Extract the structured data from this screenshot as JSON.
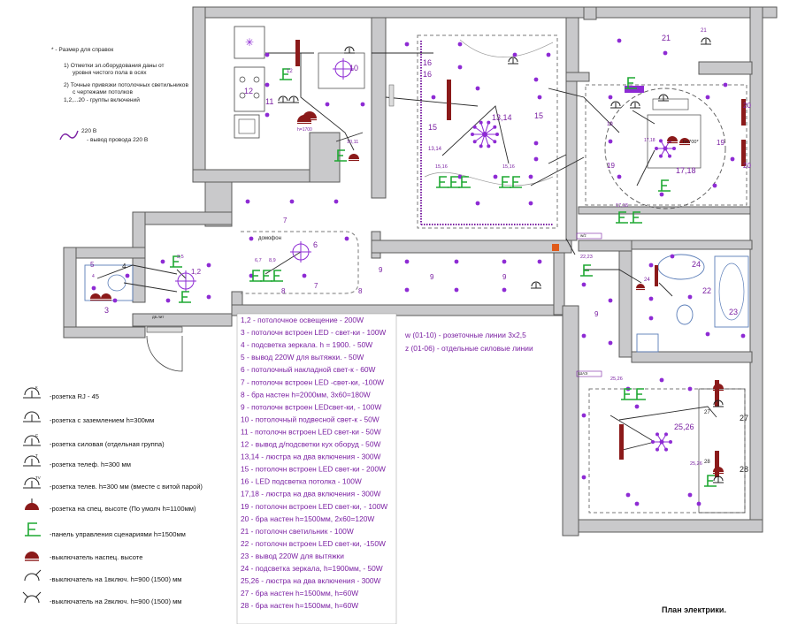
{
  "title": "План электрики.",
  "notes": {
    "star": "* - Размер для справок",
    "n1a": "1) Отметки эл.оборудования даны от",
    "n1b": "уровня чистого пола в осях",
    "n2a": "2) Точные привязки потолочных светильников",
    "n2b": "с чертежами потолков",
    "n3": "1,2,...20 - группы включений",
    "voltage": "220 В",
    "wire_out": "- вывод провода 220 В"
  },
  "socket_legend": [
    "-розетка RJ - 45",
    "-розетка с заземлением h=300мм",
    "-розетка силовая (отдельная группа)",
    "-розетка телеф. h=300 мм",
    "-розетка телев. h=300 мм (вместе с витой парой)",
    "-розетка на спец. высоте (По умолч h=1100мм)",
    "-панель управления сценариями h=1500мм",
    "-выключатель наспец. высоте",
    "-выключатель на 1включ. h=900 (1500) мм",
    "-выключатель на 2включ. h=900 (1500) мм"
  ],
  "socket_tags": [
    "К",
    "",
    "С",
    "Т",
    "TV"
  ],
  "loads": [
    "1,2 - потолочное освещение - 200W",
    "3 - потолочн встроен LED - свет-ки - 100W",
    "4 - подсветка зеркала. h = 1900. - 50W",
    "5 - вывод 220W для вытяжки. - 50W",
    "6 - потолочный накладной свет-к - 60W",
    "7 - потолочн встроен LED -свет-ки, -100W",
    "8 - бра настен h=2000мм, 3х60=180W",
    "9 - потолочн встроен LEDсвет-ки, - 100W",
    "10 - потолочный подвесной свет-к - 50W",
    "11 - потолочн встроен LED свет-ки - 50W",
    "12 - вывод д/подсветки кух оборуд - 50W",
    "13,14 - люстра на два включения - 300W",
    "15 - потолочн встроен LED свет-ки - 200W",
    "16 - LED подсветка потолка - 100W",
    "17,18 - люстра на два включения - 300W",
    "19 - потолочн встроен LED свет-ки, - 100W",
    "20 - бра настен h=1500мм, 2х60=120W",
    "21 - потолочн светильник - 100W",
    "22 - потолочн встроен LED свет-ки, -150W",
    "23 - вывод 220W для вытяжки",
    "24 - подсветка зеркала, h=1900мм, - 50W",
    "25,26 - люстра на два включения - 300W",
    "27 - бра настен h=1500мм, h=60W",
    "28 - бра настен h=1500мм, h=60W"
  ],
  "lines": {
    "w": "w (01-10) - розеточные линии 3х2,5",
    "z": "z (01-06) - отдельные силовые линии"
  },
  "room_labels": {
    "kitchen_10": "10",
    "kitchen_12": "12",
    "kitchen_11": "11",
    "kitchen_12b": "12",
    "kitchen_1011": "10,11",
    "kitchen_h": "h=1700",
    "living_1314": "13,14",
    "living_15": "15",
    "living_16a": "16",
    "living_16b": "16",
    "living_15b": "15",
    "living_1314b": "13,14",
    "living_1516a": "15,16",
    "living_1516b": "15,16",
    "hall_7a": "7",
    "hall_6": "6",
    "hall_7b": "7",
    "hall_678": "6,7",
    "hall_89": "8,9",
    "hall_8a": "8",
    "hall_8b": "8",
    "domofon": "домофон",
    "corr_9a": "9",
    "corr_9b": "9",
    "corr_9c": "9",
    "corr_2223": "22,23",
    "bed_21": "21",
    "bed_21b": "21",
    "bed_20a": "20",
    "bed_20b": "20",
    "bed_19a": "19",
    "bed_19b": "19",
    "bed_1718": "17,18",
    "bed_1718b": "17,18",
    "bed_1920": "19",
    "bed_h": "h=700*",
    "bed_1718c": "17,18",
    "bath_24": "24",
    "bath_24b": "24",
    "bath_22": "22",
    "bath_23": "23",
    "child_2526": "25,26",
    "child_2526b": "25,26",
    "child_2526c": "25,26",
    "child_27": "27",
    "child_27b": "27",
    "child_28": "28",
    "child_28b": "28",
    "ent_12": "1,2",
    "ent_35": "3,5",
    "ent_3": "3",
    "ent_4": "4",
    "ent_5": "5",
    "ent_4b": "4",
    "label_9": "9"
  },
  "tags": {
    "door_label": "дв.лит",
    "shit": "ШАЭ",
    "ws": "w/z"
  },
  "colors": {
    "wall": "#c9c9cb",
    "label": "#7a1fa2",
    "switch": "#8b1a1a",
    "panel": "#1ea832",
    "luminaire": "#8e2bd4"
  }
}
